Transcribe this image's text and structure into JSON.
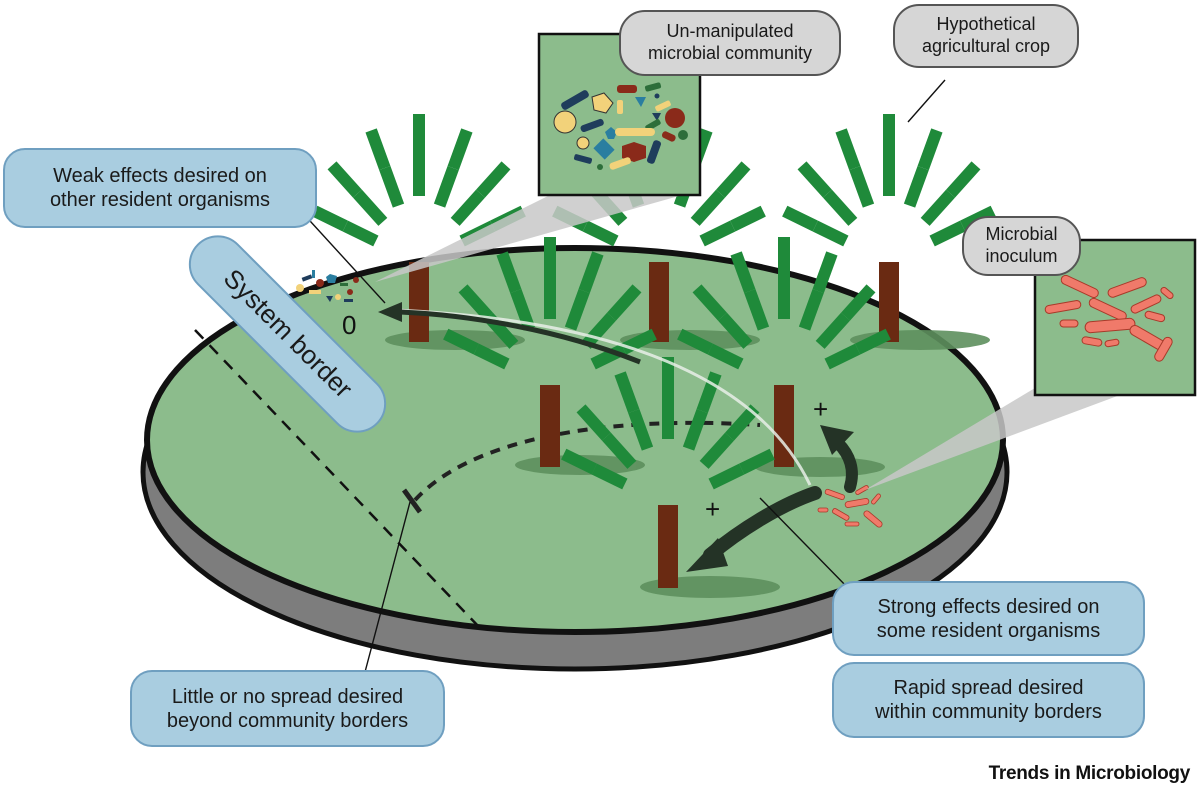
{
  "labels": {
    "weak_effects": "Weak effects desired on\nother resident organisms",
    "system_border": "System border",
    "unmanipulated": "Un-manipulated\nmicrobial community",
    "hypothetical_crop": "Hypothetical\nagricultural crop",
    "microbial_inoculum": "Microbial\ninoculum",
    "strong_effects": "Strong effects desired on\nsome resident organisms",
    "rapid_spread": "Rapid spread desired\nwithin community borders",
    "little_spread": "Little or no spread desired\nbeyond community borders"
  },
  "symbols": {
    "zero": "0",
    "plus_upper": "+",
    "plus_lower": "+"
  },
  "footer": "Trends in Microbiology",
  "colors": {
    "field": "#8cbc8c",
    "rim": "#7d7d7d",
    "plant": "#1f8a3a",
    "stem": "#6a2a12",
    "label_fill": "#a9cde0",
    "inoculum_bacteria": "#f07a6a"
  }
}
